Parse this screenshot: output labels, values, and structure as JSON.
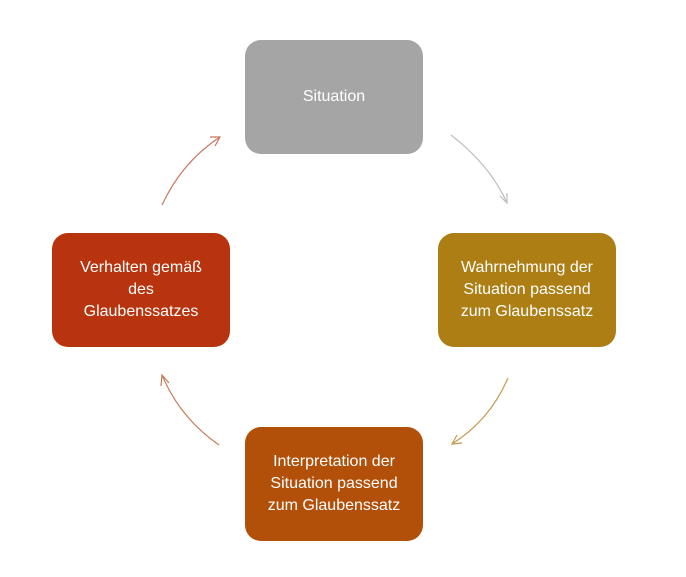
{
  "nodes": {
    "top": {
      "label": "Situation",
      "color": "#a5a5a5"
    },
    "right": {
      "label": "Wahrnehmung der\nSituation passend\nzum Glaubenssatz",
      "color": "#ac7e13"
    },
    "bottom": {
      "label": "Interpretation der\nSituation passend\nzum Glaubenssatz",
      "color": "#b24f08"
    },
    "left": {
      "label": "Verhalten gemäß\ndes\nGlaubenssatzes",
      "color": "#b8340f"
    }
  },
  "arrows": {
    "top_to_right": {
      "color": "#bfbfbf"
    },
    "right_to_bottom": {
      "color": "#c39a4d"
    },
    "bottom_to_left": {
      "color": "#c47d59"
    },
    "left_to_top": {
      "color": "#c9745d"
    }
  }
}
